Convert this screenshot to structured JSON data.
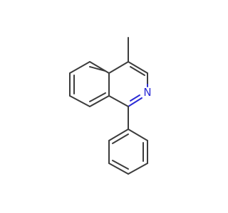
{
  "molecule": {
    "atoms": [
      {
        "id": "C_methyl",
        "label": ""
      },
      {
        "id": "C4",
        "label": ""
      },
      {
        "id": "C3",
        "label": ""
      },
      {
        "id": "N2",
        "label": "N",
        "color": "#2b2bd6"
      },
      {
        "id": "C1",
        "label": ""
      },
      {
        "id": "C8a",
        "label": ""
      },
      {
        "id": "C4a",
        "label": ""
      },
      {
        "id": "C5",
        "label": ""
      },
      {
        "id": "C6",
        "label": ""
      },
      {
        "id": "C7",
        "label": ""
      },
      {
        "id": "C8",
        "label": ""
      },
      {
        "id": "Ph1",
        "label": ""
      },
      {
        "id": "Ph2",
        "label": ""
      },
      {
        "id": "Ph3",
        "label": ""
      },
      {
        "id": "Ph4",
        "label": ""
      },
      {
        "id": "Ph5",
        "label": ""
      },
      {
        "id": "Ph6",
        "label": ""
      }
    ],
    "bond_color": "#3c3c3c"
  }
}
